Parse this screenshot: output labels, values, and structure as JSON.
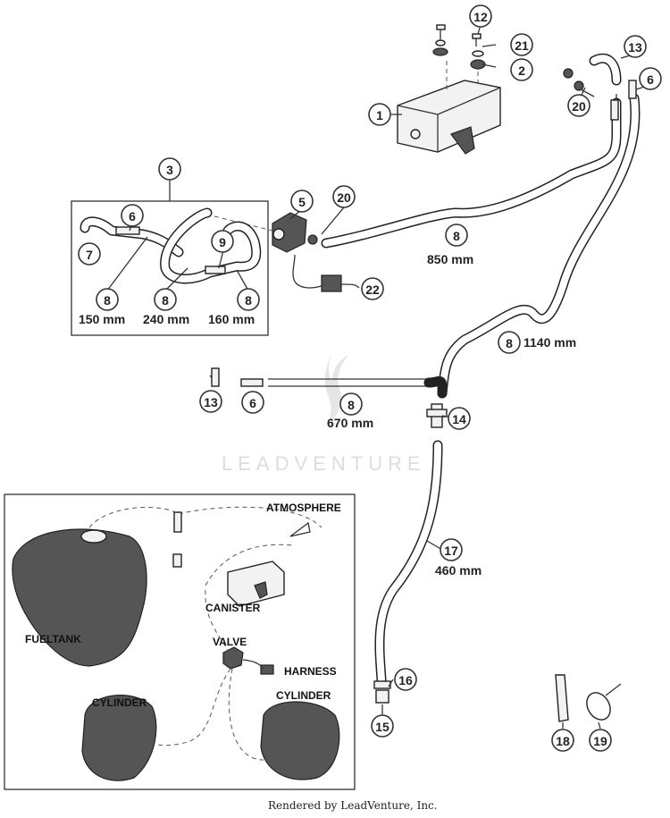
{
  "callouts": [
    "1",
    "2",
    "3",
    "5",
    "6",
    "7",
    "8",
    "9",
    "12",
    "13",
    "14",
    "15",
    "16",
    "17",
    "18",
    "19",
    "20",
    "21",
    "22"
  ],
  "measurements": {
    "m150": "150 mm",
    "m240": "240 mm",
    "m160": "160 mm",
    "m850": "850 mm",
    "m1140": "1140 mm",
    "m670": "670 mm",
    "m460": "460 mm"
  },
  "inset_labels": {
    "atmosphere": "ATMOSPHERE",
    "canister": "CANISTER",
    "fueltank": "FUELTANK",
    "valve": "VALVE",
    "harness": "HARNESS",
    "cylinder_left": "CYLINDER",
    "cylinder_right": "CYLINDER"
  },
  "watermark": "LEADVENTURE",
  "footer": "Rendered by LeadVenture, Inc."
}
